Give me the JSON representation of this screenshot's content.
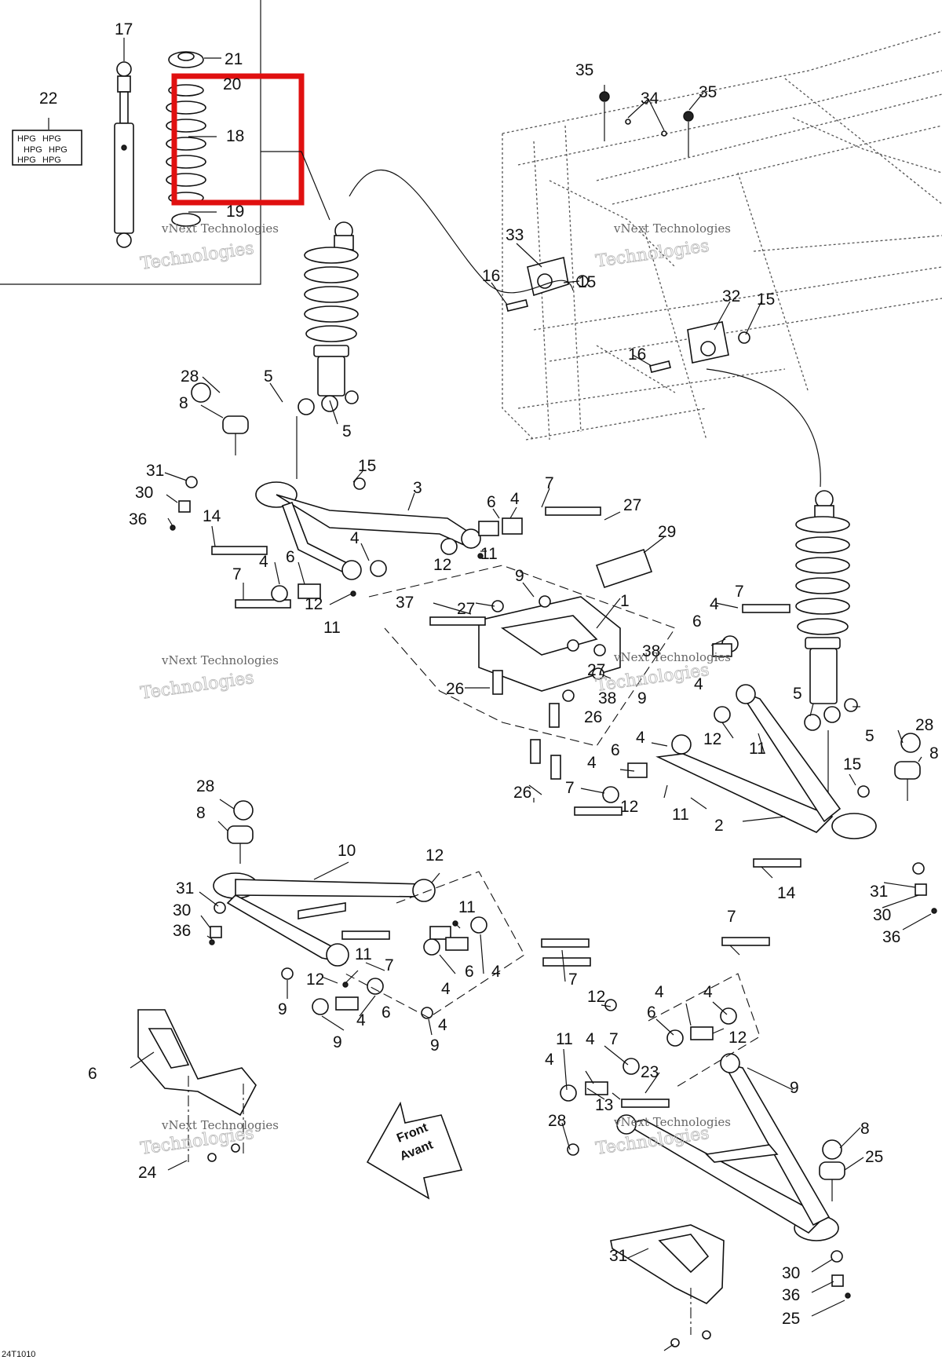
{
  "reference_code": "24T1010",
  "watermark": {
    "line1": "vNext Technologies",
    "line2": "Technologies"
  },
  "front_arrow": {
    "line1": "Front",
    "line2": "Avant"
  },
  "decal_text": "HPG",
  "highlight_color": "#e01010",
  "callouts": [
    {
      "id": "c17",
      "text": "17"
    },
    {
      "id": "c21",
      "text": "21"
    },
    {
      "id": "c20",
      "text": "20"
    },
    {
      "id": "c22",
      "text": "22"
    },
    {
      "id": "c18",
      "text": "18"
    },
    {
      "id": "c19",
      "text": "19"
    },
    {
      "id": "c35a",
      "text": "35"
    },
    {
      "id": "c34",
      "text": "34"
    },
    {
      "id": "c35b",
      "text": "35"
    },
    {
      "id": "c33",
      "text": "33"
    },
    {
      "id": "c16a",
      "text": "16"
    },
    {
      "id": "c15a",
      "text": "15"
    },
    {
      "id": "c32",
      "text": "32"
    },
    {
      "id": "c15b",
      "text": "15"
    },
    {
      "id": "c16b",
      "text": "16"
    },
    {
      "id": "c28a",
      "text": "28"
    },
    {
      "id": "c5a",
      "text": "5"
    },
    {
      "id": "c8a",
      "text": "8"
    },
    {
      "id": "c5b",
      "text": "5"
    },
    {
      "id": "c31a",
      "text": "31"
    },
    {
      "id": "c15c",
      "text": "15"
    },
    {
      "id": "c3",
      "text": "3"
    },
    {
      "id": "c7a",
      "text": "7"
    },
    {
      "id": "c30a",
      "text": "30"
    },
    {
      "id": "c6a",
      "text": "6"
    },
    {
      "id": "c4a",
      "text": "4"
    },
    {
      "id": "c27a",
      "text": "27"
    },
    {
      "id": "c36a",
      "text": "36"
    },
    {
      "id": "c14a",
      "text": "14"
    },
    {
      "id": "c29",
      "text": "29"
    },
    {
      "id": "c4b",
      "text": "4"
    },
    {
      "id": "c11a",
      "text": "11"
    },
    {
      "id": "c12a",
      "text": "12"
    },
    {
      "id": "c4c",
      "text": "4"
    },
    {
      "id": "c6b",
      "text": "6"
    },
    {
      "id": "c7b",
      "text": "7"
    },
    {
      "id": "c9a",
      "text": "9"
    },
    {
      "id": "c12b",
      "text": "12"
    },
    {
      "id": "c11b",
      "text": "11"
    },
    {
      "id": "c37",
      "text": "37"
    },
    {
      "id": "c27b",
      "text": "27"
    },
    {
      "id": "c1",
      "text": "1"
    },
    {
      "id": "c4d",
      "text": "4"
    },
    {
      "id": "c7c",
      "text": "7"
    },
    {
      "id": "c6c",
      "text": "6"
    },
    {
      "id": "c38a",
      "text": "38"
    },
    {
      "id": "c27c",
      "text": "27"
    },
    {
      "id": "c26a",
      "text": "26"
    },
    {
      "id": "c38b",
      "text": "38"
    },
    {
      "id": "c9b",
      "text": "9"
    },
    {
      "id": "c26b",
      "text": "26"
    },
    {
      "id": "c4e",
      "text": "4"
    },
    {
      "id": "c5c",
      "text": "5"
    },
    {
      "id": "c5d",
      "text": "5"
    },
    {
      "id": "c12c",
      "text": "12"
    },
    {
      "id": "c11c",
      "text": "11"
    },
    {
      "id": "c28b",
      "text": "28"
    },
    {
      "id": "c8b",
      "text": "8"
    },
    {
      "id": "c4f",
      "text": "4"
    },
    {
      "id": "c6d",
      "text": "6"
    },
    {
      "id": "c4g",
      "text": "4"
    },
    {
      "id": "c15d",
      "text": "15"
    },
    {
      "id": "c26c",
      "text": "26"
    },
    {
      "id": "c7d",
      "text": "7"
    },
    {
      "id": "c12d",
      "text": "12"
    },
    {
      "id": "c11d",
      "text": "11"
    },
    {
      "id": "c2",
      "text": "2"
    },
    {
      "id": "c28c",
      "text": "28"
    },
    {
      "id": "c8c",
      "text": "8"
    },
    {
      "id": "c10",
      "text": "10"
    },
    {
      "id": "c12e",
      "text": "12"
    },
    {
      "id": "c14b",
      "text": "14"
    },
    {
      "id": "c31b",
      "text": "31"
    },
    {
      "id": "c11e",
      "text": "11"
    },
    {
      "id": "c30b",
      "text": "30"
    },
    {
      "id": "c31c",
      "text": "31"
    },
    {
      "id": "c30c",
      "text": "30"
    },
    {
      "id": "c36b",
      "text": "36"
    },
    {
      "id": "c36c",
      "text": "36"
    },
    {
      "id": "c7e",
      "text": "7"
    },
    {
      "id": "c11f",
      "text": "11"
    },
    {
      "id": "c7f",
      "text": "7"
    },
    {
      "id": "c6e",
      "text": "6"
    },
    {
      "id": "c4h",
      "text": "4"
    },
    {
      "id": "c12f",
      "text": "12"
    },
    {
      "id": "c4i",
      "text": "4"
    },
    {
      "id": "c7g",
      "text": "7"
    },
    {
      "id": "c9c",
      "text": "9"
    },
    {
      "id": "c4j",
      "text": "4"
    },
    {
      "id": "c6f",
      "text": "6"
    },
    {
      "id": "c4k",
      "text": "4"
    },
    {
      "id": "c9d",
      "text": "9"
    },
    {
      "id": "c9e",
      "text": "9"
    },
    {
      "id": "c12g",
      "text": "12"
    },
    {
      "id": "c4l",
      "text": "4"
    },
    {
      "id": "c4m",
      "text": "4"
    },
    {
      "id": "c6g",
      "text": "6"
    },
    {
      "id": "c12h",
      "text": "12"
    },
    {
      "id": "c11g",
      "text": "11"
    },
    {
      "id": "c4n",
      "text": "4"
    },
    {
      "id": "c4o",
      "text": "4"
    },
    {
      "id": "c7h",
      "text": "7"
    },
    {
      "id": "c23",
      "text": "23"
    },
    {
      "id": "c6h",
      "text": "6"
    },
    {
      "id": "c13",
      "text": "13"
    },
    {
      "id": "c9f",
      "text": "9"
    },
    {
      "id": "c28d",
      "text": "28"
    },
    {
      "id": "c8d",
      "text": "8"
    },
    {
      "id": "c25a",
      "text": "25"
    },
    {
      "id": "c24",
      "text": "24"
    },
    {
      "id": "c31d",
      "text": "31"
    },
    {
      "id": "c30d",
      "text": "30"
    },
    {
      "id": "c36d",
      "text": "36"
    },
    {
      "id": "c25b",
      "text": "25"
    }
  ]
}
